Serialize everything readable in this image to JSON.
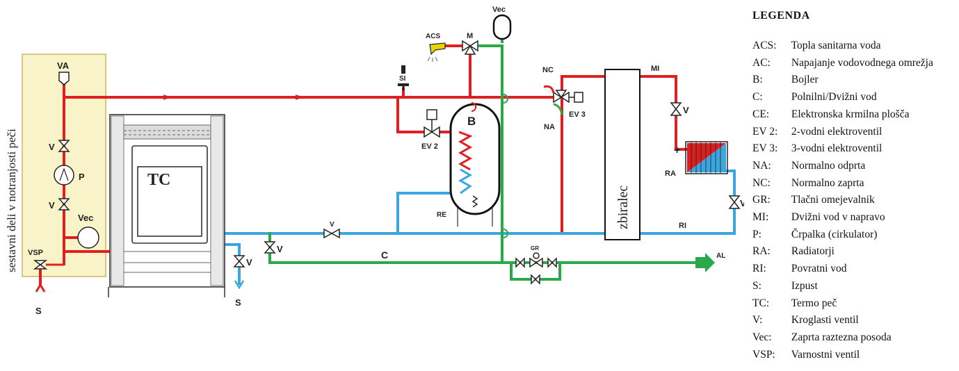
{
  "diagram": {
    "labels": {
      "inside_parts": "sestavni deli v notranjosti peči",
      "va": "VA",
      "valve_v": "V",
      "pump_p": "P",
      "vec": "Vec",
      "vsp": "VSP",
      "drain_s": "S",
      "stove_tc": "TC",
      "boiler_b": "B",
      "ev2": "EV 2",
      "ev3": "EV 3",
      "acs": "ACS",
      "mixer_m": "M",
      "si": "SI",
      "re": "RE",
      "nc": "NC",
      "na": "NA",
      "collector": "zbiralec",
      "mi": "MI",
      "ri": "RI",
      "ra": "RA",
      "plus": "+",
      "c": "C",
      "gr": "GR",
      "al": "AL"
    },
    "colors": {
      "supply": "#e02020",
      "return": "#3aa5de",
      "fill_line": "#2aa84a",
      "inside_panel": "#f8f3c8"
    }
  },
  "legend": {
    "title": "LEGENDA",
    "items": [
      {
        "code": "ACS:",
        "text": "Topla sanitarna voda"
      },
      {
        "code": "AC:",
        "text": "Napajanje vodovodnega omrežja"
      },
      {
        "code": "B:",
        "text": "Bojler"
      },
      {
        "code": "C:",
        "text": "Polnilni/Dvižni vod"
      },
      {
        "code": "CE:",
        "text": "Elektronska krmilna plošča"
      },
      {
        "code": "EV 2:",
        "text": "2-vodni elektroventil"
      },
      {
        "code": "EV 3:",
        "text": "3-vodni elektroventil"
      },
      {
        "code": "NA:",
        "text": "Normalno odprta"
      },
      {
        "code": "NC:",
        "text": "Normalno zaprta"
      },
      {
        "code": "GR:",
        "text": "Tlačni omejevalnik"
      },
      {
        "code": "MI:",
        "text": "Dvižni vod v napravo"
      },
      {
        "code": "P:",
        "text": "Črpalka (cirkulator)"
      },
      {
        "code": "RA:",
        "text": "Radiatorji"
      },
      {
        "code": "RI:",
        "text": "Povratni vod"
      },
      {
        "code": "S:",
        "text": "Izpust"
      },
      {
        "code": "TC:",
        "text": "Termo peč"
      },
      {
        "code": "V:",
        "text": "Kroglasti ventil"
      },
      {
        "code": "Vec:",
        "text": "Zaprta raztezna posoda"
      },
      {
        "code": "VSP:",
        "text": "Varnostni ventil"
      }
    ]
  }
}
